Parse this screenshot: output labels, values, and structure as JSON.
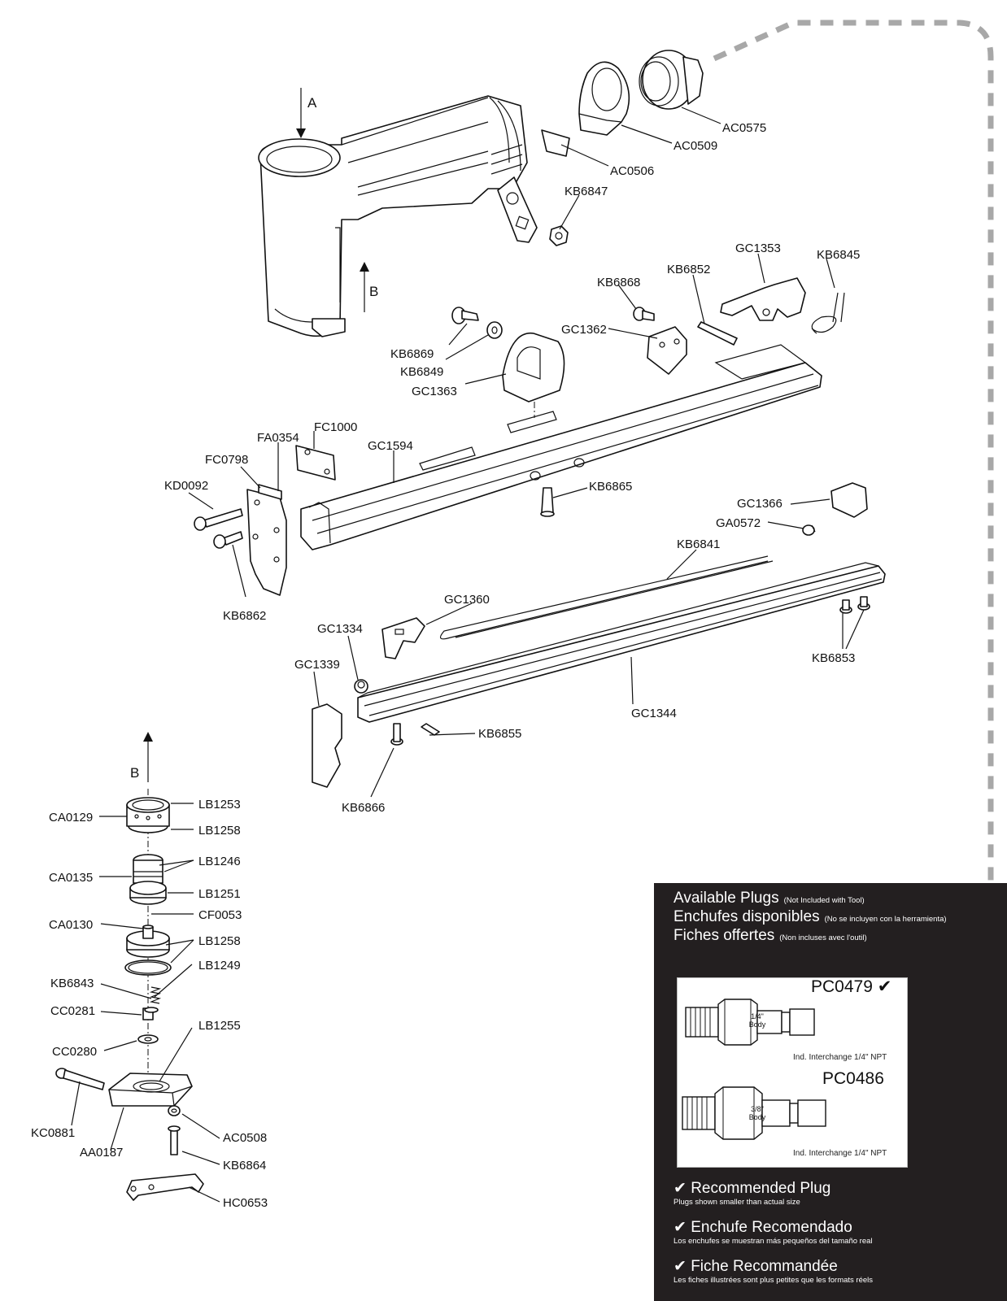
{
  "direction_labels": {
    "a": "A",
    "b_upper": "B",
    "b_lower": "B"
  },
  "parts": {
    "ac0575": "AC0575",
    "ac0509": "AC0509",
    "ac0506": "AC0506",
    "kb6847": "KB6847",
    "gc1353": "GC1353",
    "kb6845": "KB6845",
    "kb6852": "KB6852",
    "kb6868": "KB6868",
    "gc1362": "GC1362",
    "kb6869": "KB6869",
    "kb6849": "KB6849",
    "gc1363": "GC1363",
    "fc1000": "FC1000",
    "fa0354": "FA0354",
    "gc1594": "GC1594",
    "fc0798": "FC0798",
    "kd0092": "KD0092",
    "kb6865": "KB6865",
    "kb6862": "KB6862",
    "gc1366": "GC1366",
    "ga0572": "GA0572",
    "kb6841": "KB6841",
    "gc1360": "GC1360",
    "gc1334": "GC1334",
    "gc1339": "GC1339",
    "kb6853": "KB6853",
    "gc1344": "GC1344",
    "kb6855": "KB6855",
    "kb6866": "KB6866",
    "lb1253": "LB1253",
    "ca0129": "CA0129",
    "lb1258_a": "LB1258",
    "lb1246": "LB1246",
    "ca0135": "CA0135",
    "lb1251": "LB1251",
    "cf0053": "CF0053",
    "ca0130": "CA0130",
    "lb1258_b": "LB1258",
    "lb1249": "LB1249",
    "kb6843": "KB6843",
    "cc0281": "CC0281",
    "lb1255": "LB1255",
    "cc0280": "CC0280",
    "kc0881": "KC0881",
    "ac0508": "AC0508",
    "aa0187": "AA0187",
    "kb6864": "KB6864",
    "hc0653": "HC0653"
  },
  "plugs_panel": {
    "heading_en": "Available Plugs",
    "heading_en_note": "(Not Included with Tool)",
    "heading_es": "Enchufes disponibles",
    "heading_es_note": "(No se incluyen con la herramienta)",
    "heading_fr": "Fiches offertes",
    "heading_fr_note": "(Non incluses avec l'outil)",
    "plug1_code": "PC0479",
    "plug1_check": "✔",
    "plug1_body": [
      "1/4\"",
      "Body"
    ],
    "plug1_note": "Ind. Interchange 1/4\" NPT",
    "plug2_code": "PC0486",
    "plug2_body": [
      "3/8\"",
      "Body"
    ],
    "plug2_note": "Ind. Interchange 1/4\" NPT",
    "rec_en": "Recommended Plug",
    "rec_en_sub": "Plugs shown smaller than actual size",
    "rec_es": "Enchufe Recomendado",
    "rec_es_sub": "Los enchufes se muestran más pequeños del tamaño real",
    "rec_fr": "Fiche Recommandée",
    "rec_fr_sub": "Les fiches illustrées sont plus petites que les formats réels",
    "check_symbol": "✔"
  },
  "colors": {
    "panel_bg": "#231f20",
    "dash_route": "#a8a8a8"
  }
}
